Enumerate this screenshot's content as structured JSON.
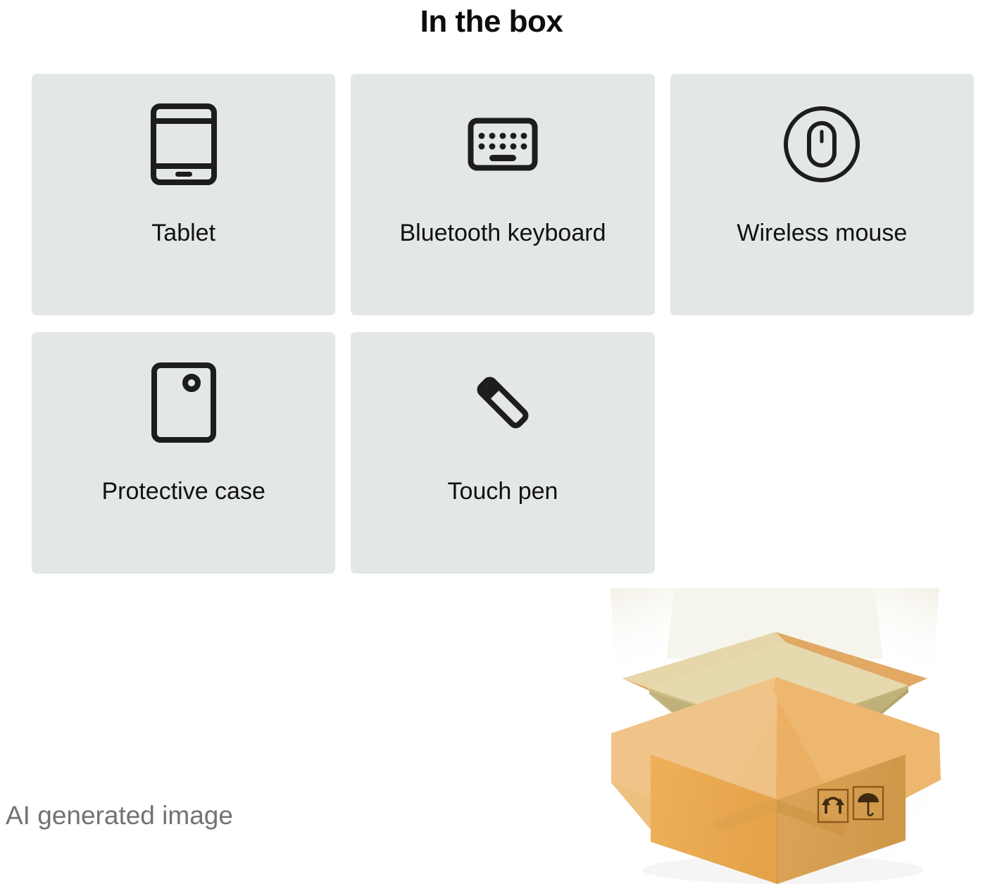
{
  "header": {
    "title": "In the box"
  },
  "items": [
    {
      "label": "Tablet",
      "icon": "tablet-icon"
    },
    {
      "label": "Bluetooth keyboard",
      "icon": "keyboard-icon"
    },
    {
      "label": "Wireless mouse",
      "icon": "mouse-icon"
    },
    {
      "label": "Protective case",
      "icon": "case-icon"
    },
    {
      "label": "Touch pen",
      "icon": "pen-icon"
    }
  ],
  "illustration": {
    "name": "open-cardboard-box",
    "symbols": [
      {
        "name": "this-side-up-icon"
      },
      {
        "name": "keep-dry-umbrella-icon"
      }
    ]
  },
  "footer": {
    "ai_note": "AI generated image"
  },
  "colors": {
    "card_background": "#e3e7e5",
    "page_background": "#ffffff",
    "title_text": "#0d0d0d",
    "label_text": "#111111",
    "note_text": "#6f7472",
    "icon_stroke": "#1d1d1d",
    "box_front_left": "#e8a94e",
    "box_front_right": "#d9a054",
    "box_flap_front": "#f0c184",
    "box_flap_back": "#e4d5a8",
    "box_interior": "#b9ab72",
    "box_inner_shade": "#c8b47c"
  }
}
